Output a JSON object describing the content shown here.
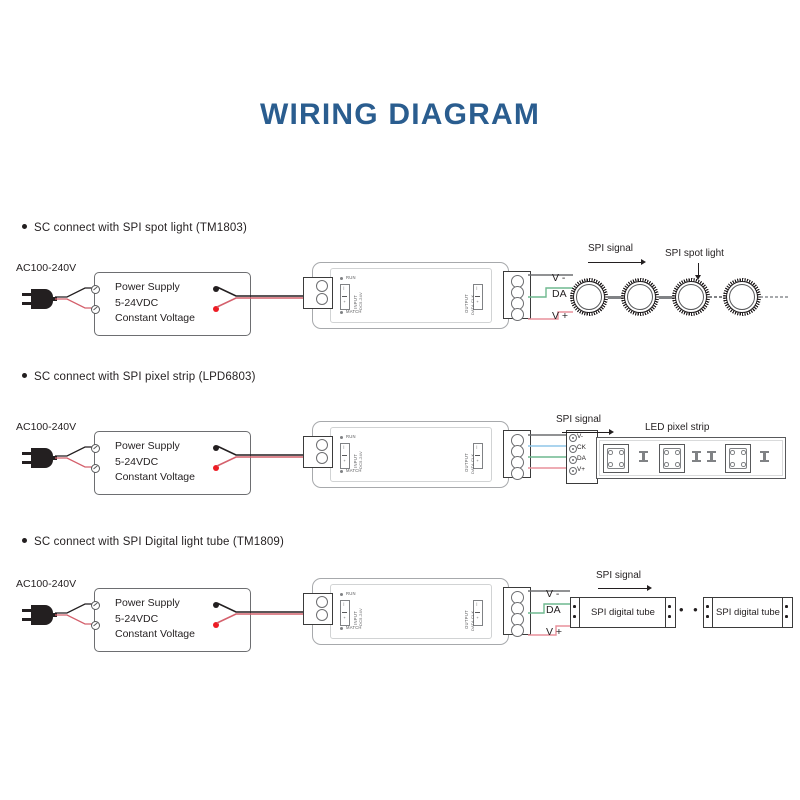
{
  "page": {
    "title": "WIRING DIAGRAM",
    "title_color": "#2a5d8f",
    "background": "#ffffff"
  },
  "sections": [
    {
      "id": "spot-light",
      "heading": "SC connect with SPI spot light (TM1803)",
      "ac_label": "AC100-240V",
      "psu": {
        "line1": "Power Supply",
        "line2": "5-24VDC",
        "line3": "Constant Voltage"
      },
      "controller": {
        "run_label": "RUN",
        "match_label": "MATCH",
        "input_label": "INPUT",
        "input_sub": "DC5-24V",
        "output_label": "OUTPUT",
        "output_sub": "DATA CLK",
        "minus": "-",
        "plus": "+"
      },
      "output_wires": [
        "V -",
        "DA",
        "V +"
      ],
      "signal_label": "SPI signal",
      "load_label": "SPI spot light",
      "load_count": 4
    },
    {
      "id": "pixel-strip",
      "heading": "SC connect with SPI pixel strip (LPD6803)",
      "ac_label": "AC100-240V",
      "psu": {
        "line1": "Power Supply",
        "line2": "5-24VDC",
        "line3": "Constant Voltage"
      },
      "controller": {
        "run_label": "RUN",
        "match_label": "MATCH",
        "input_label": "INPUT",
        "input_sub": "DC5-24V",
        "output_label": "OUTPUT",
        "output_sub": "DATA CLK",
        "minus": "-",
        "plus": "+"
      },
      "output_wires": [
        "V-",
        "CK",
        "DA",
        "V+"
      ],
      "signal_label": "SPI signal",
      "load_label": "LED pixel strip",
      "strip_terminals": [
        "V-",
        "CK",
        "DA",
        "V+"
      ]
    },
    {
      "id": "digital-tube",
      "heading": "SC connect with SPI Digital light tube (TM1809)",
      "ac_label": "AC100-240V",
      "psu": {
        "line1": "Power Supply",
        "line2": "5-24VDC",
        "line3": "Constant Voltage"
      },
      "controller": {
        "run_label": "RUN",
        "match_label": "MATCH",
        "input_label": "INPUT",
        "input_sub": "DC5-24V",
        "output_label": "OUTPUT",
        "output_sub": "DATA CLK",
        "minus": "-",
        "plus": "+"
      },
      "output_wires": [
        "V -",
        "DA",
        "V +"
      ],
      "signal_label": "SPI signal",
      "tube_label_1": "SPI digital tube",
      "tube_label_2": "SPI digital tube",
      "ellipsis": "• • •"
    }
  ],
  "colors": {
    "title": "#2a5d8f",
    "wire_negative": "#6d6e71",
    "wire_data": "#6fb98f",
    "wire_clock": "#8fc6e8",
    "wire_positive": "#e8919b",
    "wire_live": "#231f20",
    "wire_neutral": "#d4606c",
    "outline": "#58595b"
  }
}
